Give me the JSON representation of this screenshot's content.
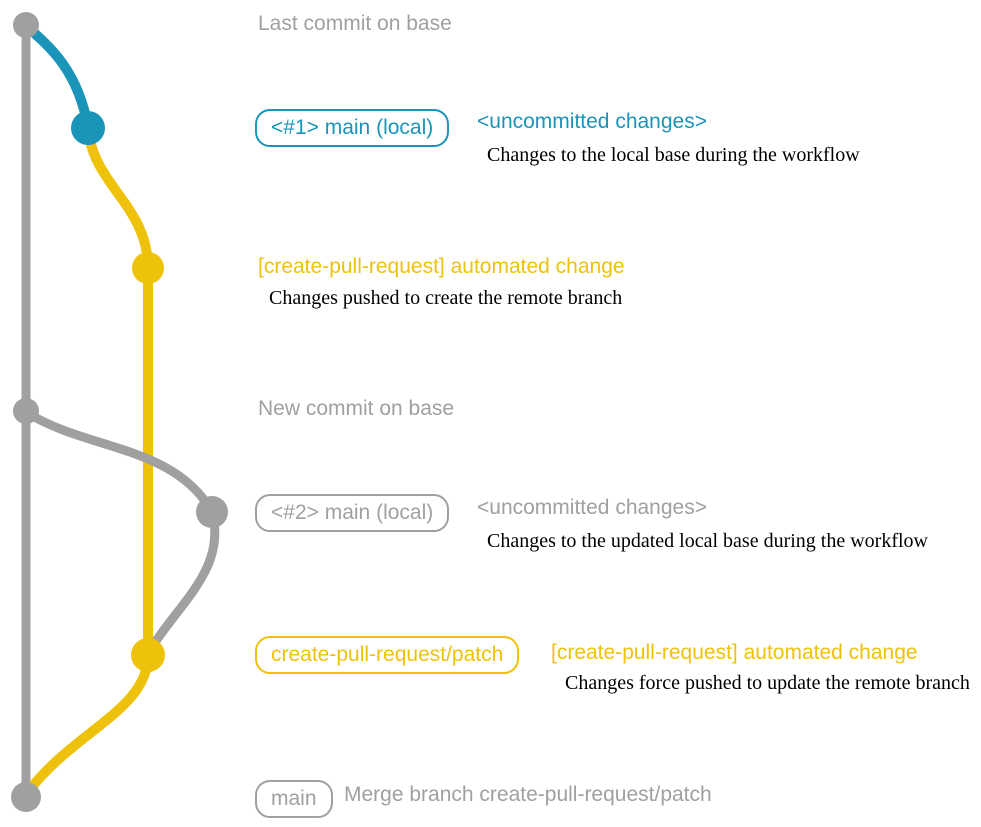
{
  "colors": {
    "gray": "#a0a0a0",
    "blue": "#1a94b8",
    "yellow": "#eec20b",
    "ink": "#000000"
  },
  "annotations": {
    "last_commit": {
      "label": "Last commit on base"
    },
    "uncommitted_1": {
      "badge": "<#1> main (local)",
      "title": "<uncommitted changes>",
      "description": "Changes to the local base during the workflow"
    },
    "automated_1": {
      "title": "[create-pull-request] automated change",
      "description": "Changes pushed to create the remote branch"
    },
    "new_commit": {
      "label": "New commit on base"
    },
    "uncommitted_2": {
      "badge": "<#2> main (local)",
      "title": "<uncommitted changes>",
      "description": "Changes to the updated local base during the workflow"
    },
    "automated_2": {
      "badge": "create-pull-request/patch",
      "title": "[create-pull-request] automated change",
      "description": "Changes force pushed to update the remote branch"
    },
    "merge": {
      "badge": "main",
      "label": "Merge branch create-pull-request/patch"
    }
  }
}
